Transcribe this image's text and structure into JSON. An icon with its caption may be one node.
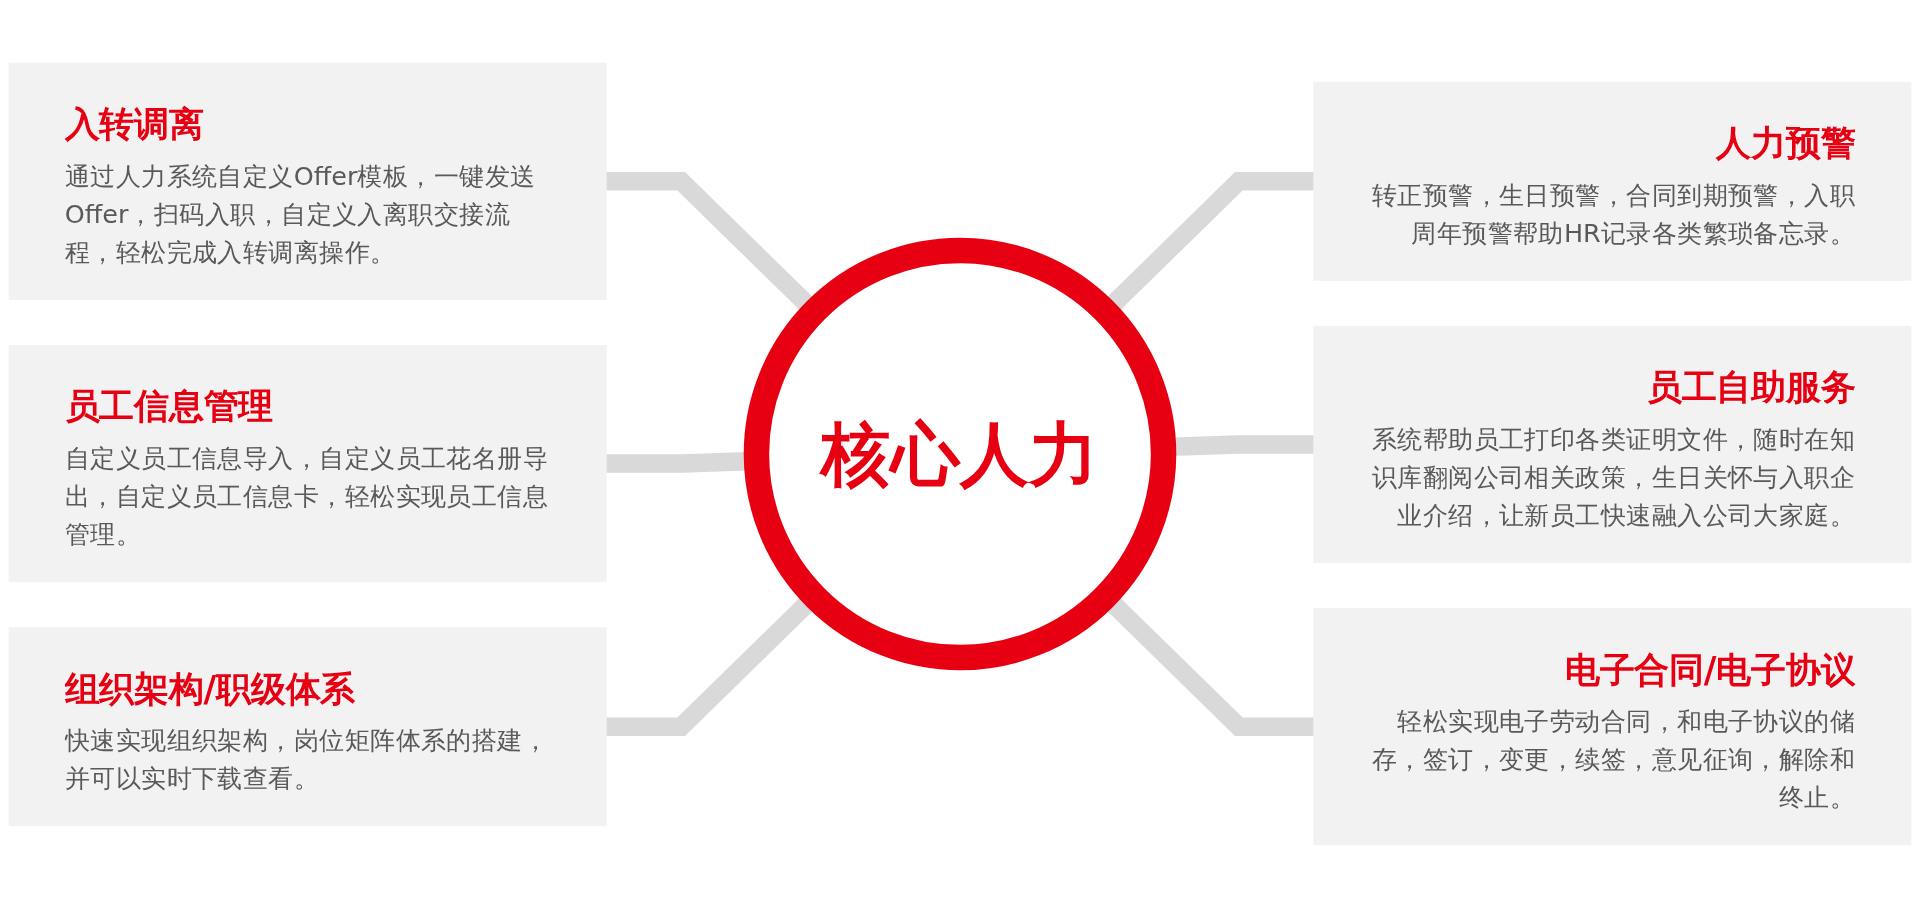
{
  "diagram": {
    "nodes": [
      {
        "text": [
          "入转调离",
          "通过人力系统自定义Offer模板，一键发送Offer，扫码入职，自定义入离职交接流程，轻松完成入转调离操作。"
        ]
      },
      {
        "text": [
          "人力预警",
          "转正预警，生日预警，合同到期预警，入职周年预警帮助HR记录各类繁琐备忘录。"
        ]
      },
      {
        "text": [
          "员工信息管理",
          "自定义员工信息导入，自定义员工花名册导出，自定义员工信息卡，轻松实现员工信息管理。"
        ]
      },
      {
        "text": [
          "核心人力"
        ]
      },
      {
        "text": [
          "员工自助服务",
          "系统帮助员工打印各类证明文件，随时在知识库翻阅公司相关政策，生日关怀与入职企业介绍，让新员工快速融入公司大家庭。"
        ]
      },
      {
        "text": [
          "组织架构/职级体系",
          "快速实现组织架构，岗位矩阵体系的搭建，并可以实时下载查看。"
        ]
      },
      {
        "text": [
          "电子合同/电子协议",
          "轻松实现电子劳动合同，和电子协议的储存，签订，变更，续签，意见征询，解除和终止。"
        ]
      }
    ],
    "edges": [
      {
        "from": 0,
        "to": 3,
        "arrow": "none"
      },
      {
        "from": 3,
        "to": 1,
        "arrow": "none"
      },
      {
        "from": 2,
        "to": 3,
        "arrow": "none"
      },
      {
        "from": 3,
        "to": 4,
        "arrow": "none"
      },
      {
        "from": 5,
        "to": 3,
        "arrow": "none"
      },
      {
        "from": 3,
        "to": 6,
        "arrow": "none"
      }
    ]
  }
}
